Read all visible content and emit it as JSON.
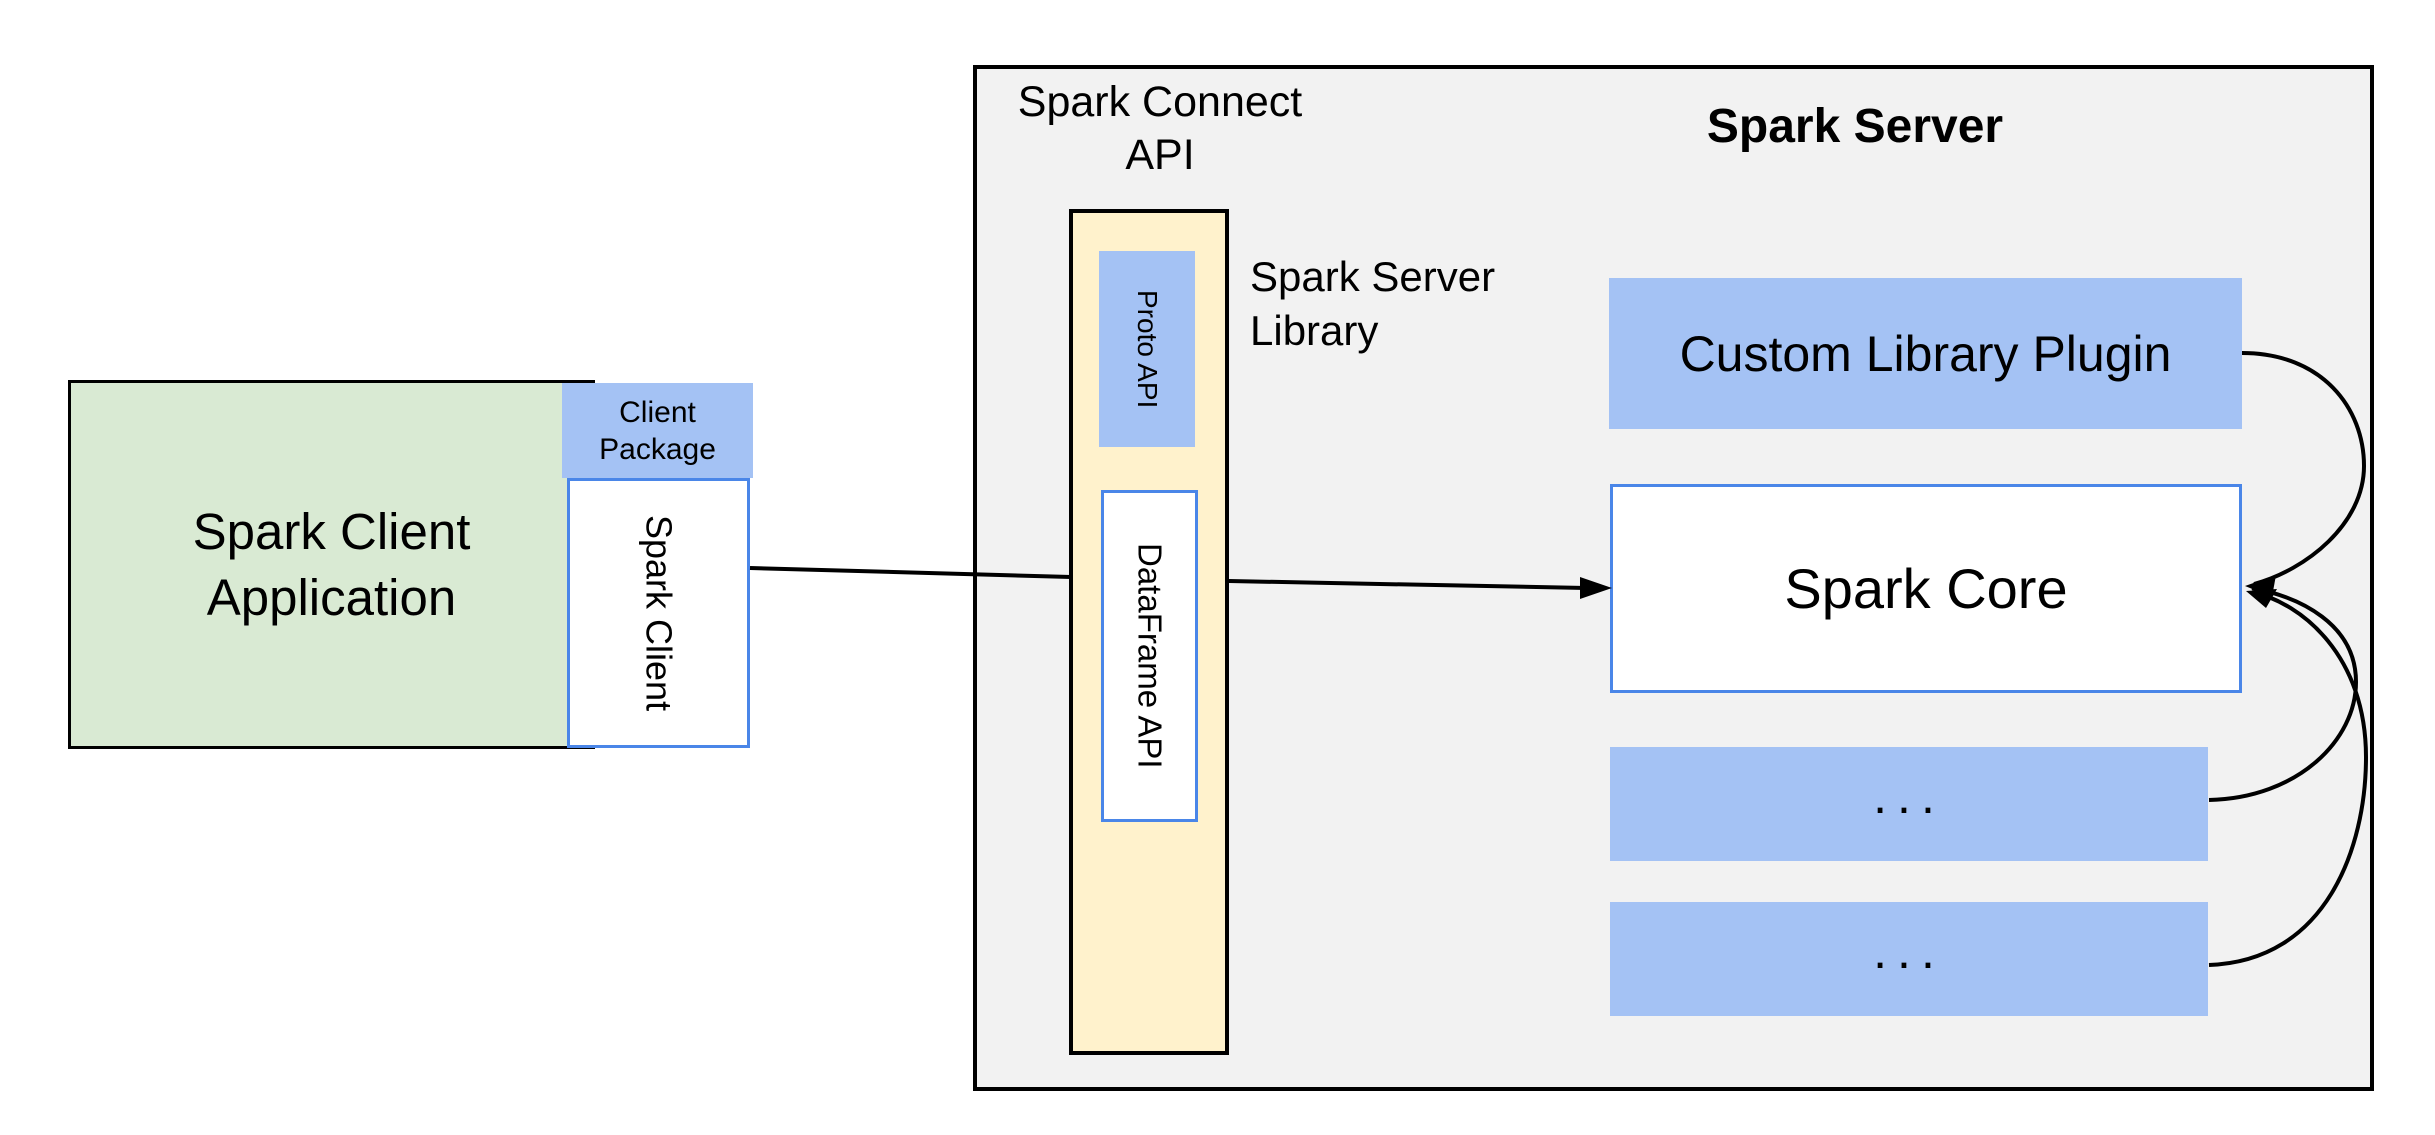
{
  "diagram": {
    "title_left": {
      "line1": "Spark Client",
      "line2": "Application"
    },
    "client_package": {
      "line1": "Client",
      "line2": "Package"
    },
    "spark_client_label": "Spark Client",
    "spark_connect_api": {
      "line1": "Spark Connect",
      "line2": "API"
    },
    "spark_server_title": "Spark Server",
    "proto_api_label": "Proto API",
    "dataframe_api_label": "DataFrame API",
    "spark_server_library": {
      "line1": "Spark Server",
      "line2": "Library"
    },
    "custom_library_plugin_label": "Custom Library Plugin",
    "spark_core_label": "Spark Core",
    "plugin_slot_1_label": "...",
    "plugin_slot_2_label": "..."
  },
  "colors": {
    "green_fill": "#d9ead3",
    "blue_fill": "#a4c2f4",
    "tan_fill": "#fff2cc",
    "gray_fill": "#f2f2f2",
    "blue_border": "#4a86e8",
    "ink": "#000000"
  }
}
